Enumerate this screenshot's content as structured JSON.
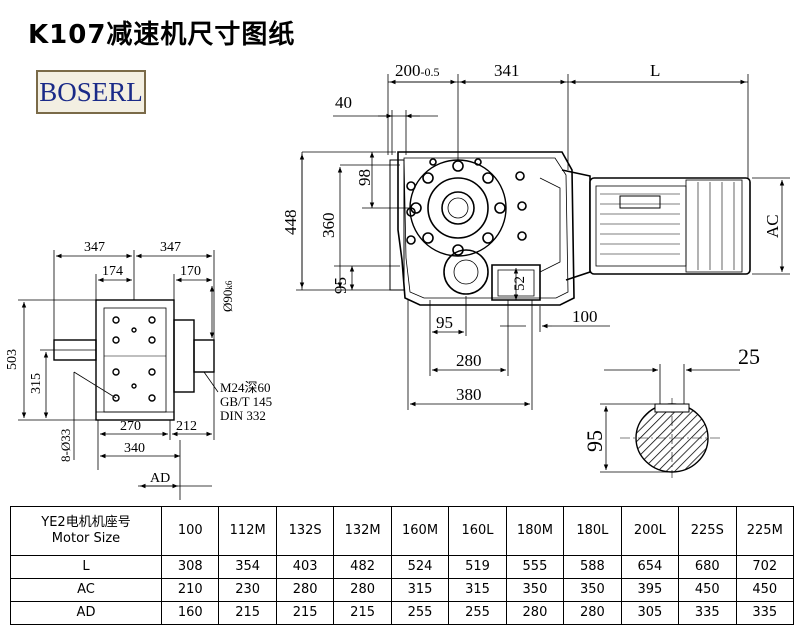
{
  "title": "K107减速机尺寸图纸",
  "logo_text": "BOSERL",
  "dims": {
    "top_200": "200",
    "top_200_tol": "-0.5",
    "top_341": "341",
    "top_L": "L",
    "d40": "40",
    "d98": "98",
    "d448": "448",
    "d360": "360",
    "d95": "95",
    "d52": "52",
    "d100": "100",
    "d95b": "95",
    "d280": "280",
    "d380": "380",
    "dAC": "AC",
    "side_347a": "347",
    "side_347b": "347",
    "side_174": "174",
    "side_170": "170",
    "side_phi90": "Ø90",
    "side_phi90_tol": "k6",
    "side_503": "503",
    "side_315": "315",
    "side_8phi33": "8-Ø33",
    "side_270": "270",
    "side_212": "212",
    "side_340": "340",
    "side_AD": "AD",
    "note1": "M24深60",
    "note2": "GB/T 145",
    "note3": "DIN 332",
    "key_25": "25",
    "key_95": "95"
  },
  "table": {
    "header_label_1": "YE2电机机座号",
    "header_label_2": "Motor Size",
    "sizes": [
      "100",
      "112M",
      "132S",
      "132M",
      "160M",
      "160L",
      "180M",
      "180L",
      "200L",
      "225S",
      "225M"
    ],
    "rows": [
      {
        "label": "L",
        "values": [
          "308",
          "354",
          "403",
          "482",
          "524",
          "519",
          "555",
          "588",
          "654",
          "680",
          "702"
        ]
      },
      {
        "label": "AC",
        "values": [
          "210",
          "230",
          "280",
          "280",
          "315",
          "315",
          "350",
          "350",
          "395",
          "450",
          "450"
        ]
      },
      {
        "label": "AD",
        "values": [
          "160",
          "215",
          "215",
          "215",
          "255",
          "255",
          "280",
          "280",
          "305",
          "335",
          "335"
        ]
      }
    ]
  }
}
